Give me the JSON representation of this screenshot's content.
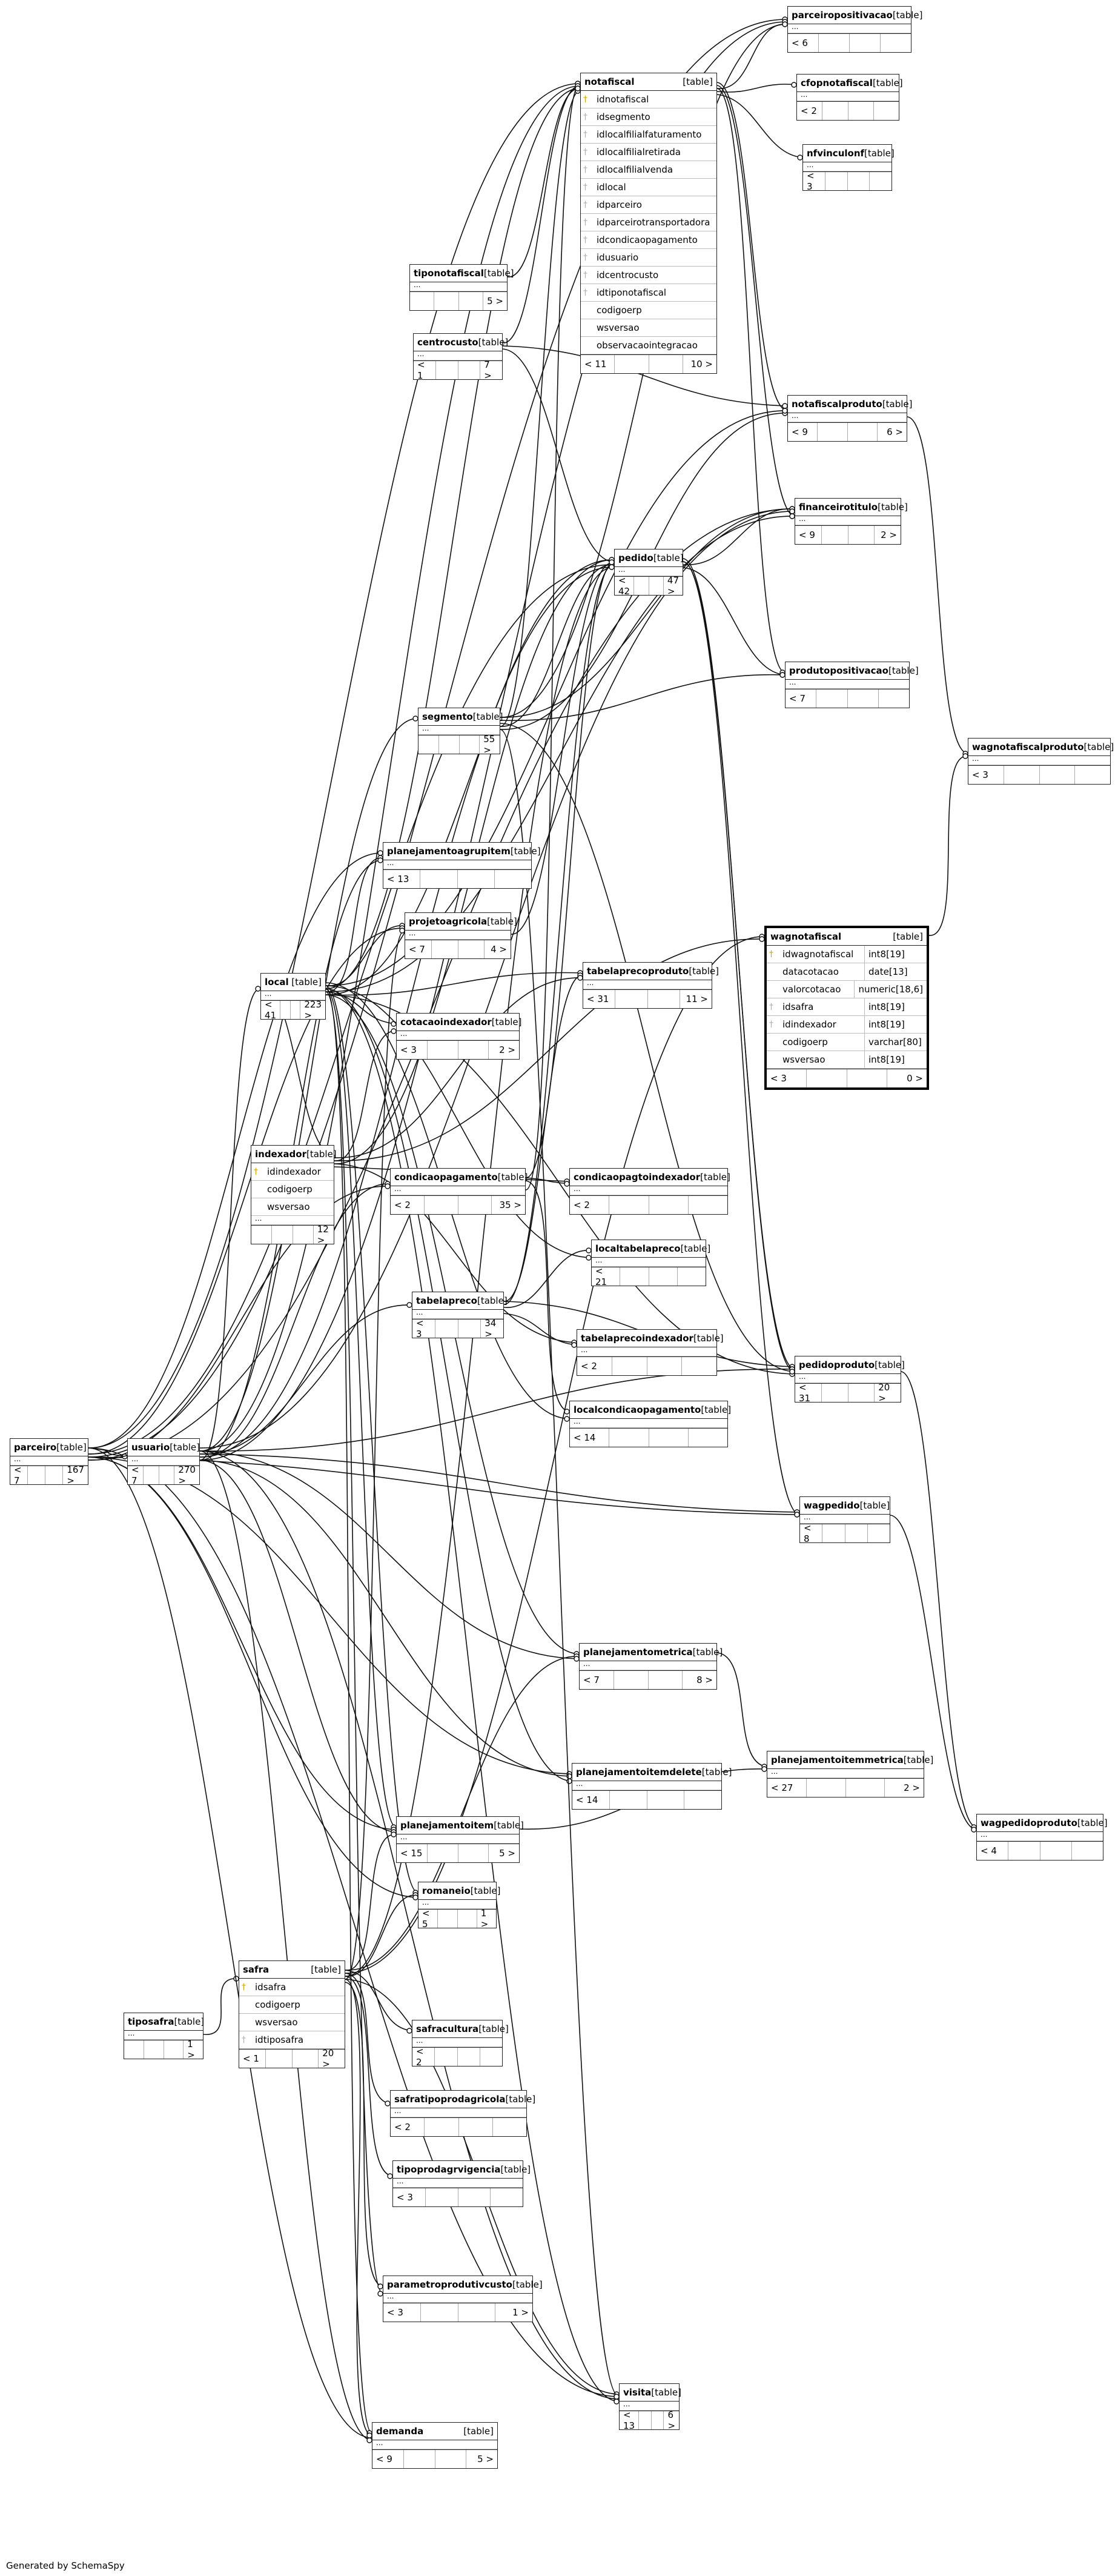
{
  "generator": "Generated by SchemaSpy",
  "tag": "[table]",
  "tables": [
    {
      "id": "parceiropositivacao",
      "name": "parceiropositivacao",
      "dots": "...",
      "children": "< 6",
      "parents": ""
    },
    {
      "id": "notafiscal",
      "name": "notafiscal",
      "children": "< 11",
      "parents": "10 >",
      "columns": [
        {
          "key": "pk",
          "name": "idnotafiscal"
        },
        {
          "key": "fk",
          "name": "idsegmento"
        },
        {
          "key": "fk",
          "name": "idlocalfilialfaturamento"
        },
        {
          "key": "fk",
          "name": "idlocalfilialretirada"
        },
        {
          "key": "fk",
          "name": "idlocalfilialvenda"
        },
        {
          "key": "fk",
          "name": "idlocal"
        },
        {
          "key": "fk",
          "name": "idparceiro"
        },
        {
          "key": "fk",
          "name": "idparceirotransportadora"
        },
        {
          "key": "fk",
          "name": "idcondicaopagamento"
        },
        {
          "key": "fk",
          "name": "idusuario"
        },
        {
          "key": "fk",
          "name": "idcentrocusto"
        },
        {
          "key": "fk",
          "name": "idtiponotafiscal"
        },
        {
          "key": "",
          "name": "codigoerp"
        },
        {
          "key": "",
          "name": "wsversao"
        },
        {
          "key": "",
          "name": "observacaointegracao"
        }
      ]
    },
    {
      "id": "cfopnotafiscal",
      "name": "cfopnotafiscal",
      "dots": "...",
      "children": "< 2",
      "parents": ""
    },
    {
      "id": "nfvinculonf",
      "name": "nfvinculonf",
      "dots": "...",
      "children": "< 3",
      "parents": ""
    },
    {
      "id": "tiponotafiscal",
      "name": "tiponotafiscal",
      "dots": "...",
      "children": "",
      "parents": "5 >"
    },
    {
      "id": "centrocusto",
      "name": "centrocusto",
      "dots": "...",
      "children": "< 1",
      "parents": "7 >"
    },
    {
      "id": "notafiscalproduto",
      "name": "notafiscalproduto",
      "dots": "...",
      "children": "< 9",
      "parents": "6 >"
    },
    {
      "id": "financeirotitulo",
      "name": "financeirotitulo",
      "dots": "...",
      "children": "< 9",
      "parents": "2 >"
    },
    {
      "id": "pedido",
      "name": "pedido",
      "dots": "...",
      "children": "< 42",
      "parents": "47 >"
    },
    {
      "id": "produtopositivacao",
      "name": "produtopositivacao",
      "dots": "...",
      "children": "< 7",
      "parents": ""
    },
    {
      "id": "segmento",
      "name": "segmento",
      "dots": "...",
      "children": "",
      "parents": "55 >"
    },
    {
      "id": "wagnotafiscalproduto",
      "name": "wagnotafiscalproduto",
      "dots": "...",
      "children": "< 3",
      "parents": ""
    },
    {
      "id": "planejamentoagrupitem",
      "name": "planejamentoagrupitem",
      "dots": "...",
      "children": "< 13",
      "parents": ""
    },
    {
      "id": "projetoagricola",
      "name": "projetoagricola",
      "dots": "...",
      "children": "< 7",
      "parents": "4 >"
    },
    {
      "id": "wagnotafiscal",
      "name": "wagnotafiscal",
      "children": "< 3",
      "parents": "0 >",
      "columns": [
        {
          "key": "pk",
          "name": "idwagnotafiscal",
          "type": "int8[19]"
        },
        {
          "key": "",
          "name": "datacotacao",
          "type": "date[13]"
        },
        {
          "key": "",
          "name": "valorcotacao",
          "type": "numeric[18,6]"
        },
        {
          "key": "fk",
          "name": "idsafra",
          "type": "int8[19]"
        },
        {
          "key": "fk",
          "name": "idindexador",
          "type": "int8[19]"
        },
        {
          "key": "",
          "name": "codigoerp",
          "type": "varchar[80]"
        },
        {
          "key": "",
          "name": "wsversao",
          "type": "int8[19]"
        }
      ]
    },
    {
      "id": "local",
      "name": "local",
      "dots": "...",
      "children": "< 41",
      "parents": "223 >"
    },
    {
      "id": "tabelaprecoproduto",
      "name": "tabelaprecoproduto",
      "dots": "...",
      "children": "< 31",
      "parents": "11 >"
    },
    {
      "id": "cotacaoindexador",
      "name": "cotacaoindexador",
      "dots": "...",
      "children": "< 3",
      "parents": "2 >"
    },
    {
      "id": "indexador",
      "name": "indexador",
      "children": "",
      "parents": "12 >",
      "extra": "...",
      "columns": [
        {
          "key": "pk",
          "name": "idindexador"
        },
        {
          "key": "",
          "name": "codigoerp"
        },
        {
          "key": "",
          "name": "wsversao"
        }
      ]
    },
    {
      "id": "condicaopagamento",
      "name": "condicaopagamento",
      "dots": "...",
      "children": "< 2",
      "parents": "35 >"
    },
    {
      "id": "condicaopagtoindexador",
      "name": "condicaopagtoindexador",
      "dots": "...",
      "children": "< 2",
      "parents": ""
    },
    {
      "id": "localtabelapreco",
      "name": "localtabelapreco",
      "dots": "...",
      "children": "< 21",
      "parents": ""
    },
    {
      "id": "tabelapreco",
      "name": "tabelapreco",
      "dots": "...",
      "children": "< 3",
      "parents": "34 >"
    },
    {
      "id": "tabelaprecoindexador",
      "name": "tabelaprecoindexador",
      "dots": "...",
      "children": "< 2",
      "parents": ""
    },
    {
      "id": "pedidoproduto",
      "name": "pedidoproduto",
      "dots": "...",
      "children": "< 31",
      "parents": "20 >"
    },
    {
      "id": "localcondicaopagamento",
      "name": "localcondicaopagamento",
      "dots": "...",
      "children": "< 14",
      "parents": ""
    },
    {
      "id": "parceiro",
      "name": "parceiro",
      "dots": "...",
      "children": "< 7",
      "parents": "167 >"
    },
    {
      "id": "usuario",
      "name": "usuario",
      "dots": "...",
      "children": "< 7",
      "parents": "270 >"
    },
    {
      "id": "wagpedido",
      "name": "wagpedido",
      "dots": "...",
      "children": "< 8",
      "parents": ""
    },
    {
      "id": "planejamentometrica",
      "name": "planejamentometrica",
      "dots": "...",
      "children": "< 7",
      "parents": "8 >"
    },
    {
      "id": "planejamentoitemdelete",
      "name": "planejamentoitemdelete",
      "dots": "...",
      "children": "< 14",
      "parents": ""
    },
    {
      "id": "planejamentoitemmetrica",
      "name": "planejamentoitemmetrica",
      "dots": "...",
      "children": "< 27",
      "parents": "2 >"
    },
    {
      "id": "wagpedidoproduto",
      "name": "wagpedidoproduto",
      "dots": "...",
      "children": "< 4",
      "parents": ""
    },
    {
      "id": "planejamentoitem",
      "name": "planejamentoitem",
      "dots": "...",
      "children": "< 15",
      "parents": "5 >"
    },
    {
      "id": "romaneio",
      "name": "romaneio",
      "dots": "...",
      "children": "< 5",
      "parents": "1 >"
    },
    {
      "id": "safra",
      "name": "safra",
      "children": "< 1",
      "parents": "20 >",
      "columns": [
        {
          "key": "pk",
          "name": "idsafra"
        },
        {
          "key": "",
          "name": "codigoerp"
        },
        {
          "key": "",
          "name": "wsversao"
        },
        {
          "key": "fk",
          "name": "idtiposafra"
        }
      ]
    },
    {
      "id": "tiposafra",
      "name": "tiposafra",
      "dots": "...",
      "children": "",
      "parents": "1 >"
    },
    {
      "id": "safracultura",
      "name": "safracultura",
      "dots": "...",
      "children": "< 2",
      "parents": ""
    },
    {
      "id": "safratipoprodagricola",
      "name": "safratipoprodagricola",
      "dots": "...",
      "children": "< 2",
      "parents": ""
    },
    {
      "id": "tipoprodagrvigencia",
      "name": "tipoprodagrvigencia",
      "dots": "...",
      "children": "< 3",
      "parents": ""
    },
    {
      "id": "parametroprodutivcusto",
      "name": "parametroprodutivcusto",
      "dots": "...",
      "children": "< 3",
      "parents": "1 >"
    },
    {
      "id": "visita",
      "name": "visita",
      "dots": "...",
      "children": "< 13",
      "parents": "6 >"
    },
    {
      "id": "demanda",
      "name": "demanda",
      "dots": "...",
      "children": "< 9",
      "parents": "5 >"
    }
  ],
  "relationships": [
    [
      "parceiro",
      "notafiscal"
    ],
    [
      "usuario",
      "notafiscal"
    ],
    [
      "local",
      "notafiscal"
    ],
    [
      "segmento",
      "notafiscal"
    ],
    [
      "condicaopagamento",
      "notafiscal"
    ],
    [
      "centrocusto",
      "notafiscal"
    ],
    [
      "tiponotafiscal",
      "notafiscal"
    ],
    [
      "notafiscal",
      "parceiropositivacao"
    ],
    [
      "notafiscal",
      "cfopnotafiscal"
    ],
    [
      "notafiscal",
      "nfvinculonf"
    ],
    [
      "notafiscal",
      "notafiscalproduto"
    ],
    [
      "notafiscal",
      "financeirotitulo"
    ],
    [
      "notafiscal",
      "produtopositivacao"
    ],
    [
      "parceiro",
      "parceiropositivacao"
    ],
    [
      "usuario",
      "parceiropositivacao"
    ],
    [
      "segmento",
      "parceiropositivacao"
    ],
    [
      "centrocusto",
      "notafiscalproduto"
    ],
    [
      "centrocusto",
      "pedido"
    ],
    [
      "segmento",
      "pedido"
    ],
    [
      "segmento",
      "notafiscalproduto"
    ],
    [
      "segmento",
      "financeirotitulo"
    ],
    [
      "segmento",
      "produtopositivacao"
    ],
    [
      "parceiro",
      "pedido"
    ],
    [
      "usuario",
      "pedido"
    ],
    [
      "local",
      "pedido"
    ],
    [
      "condicaopagamento",
      "pedido"
    ],
    [
      "tabelapreco",
      "pedido"
    ],
    [
      "safra",
      "pedido"
    ],
    [
      "indexador",
      "pedido"
    ],
    [
      "projetoagricola",
      "pedido"
    ],
    [
      "pedido",
      "pedidoproduto"
    ],
    [
      "pedido",
      "wagpedido"
    ],
    [
      "pedido",
      "financeirotitulo"
    ],
    [
      "pedido",
      "produtopositivacao"
    ],
    [
      "notafiscalproduto",
      "wagnotafiscalproduto"
    ],
    [
      "wagnotafiscal",
      "wagnotafiscalproduto"
    ],
    [
      "safra",
      "wagnotafiscal"
    ],
    [
      "indexador",
      "wagnotafiscal"
    ],
    [
      "local",
      "planejamentoagrupitem"
    ],
    [
      "usuario",
      "planejamentoagrupitem"
    ],
    [
      "parceiro",
      "planejamentoagrupitem"
    ],
    [
      "local",
      "projetoagricola"
    ],
    [
      "parceiro",
      "projetoagricola"
    ],
    [
      "safra",
      "projetoagricola"
    ],
    [
      "local",
      "tabelaprecoproduto"
    ],
    [
      "tabelapreco",
      "tabelaprecoproduto"
    ],
    [
      "indexador",
      "tabelaprecoproduto"
    ],
    [
      "indexador",
      "cotacaoindexador"
    ],
    [
      "local",
      "cotacaoindexador"
    ],
    [
      "indexador",
      "condicaopagtoindexador"
    ],
    [
      "condicaopagamento",
      "condicaopagtoindexador"
    ],
    [
      "local",
      "localtabelapreco"
    ],
    [
      "tabelapreco",
      "localtabelapreco"
    ],
    [
      "indexador",
      "tabelaprecoindexador"
    ],
    [
      "tabelapreco",
      "tabelaprecoindexador"
    ],
    [
      "local",
      "localcondicaopagamento"
    ],
    [
      "condicaopagamento",
      "localcondicaopagamento"
    ],
    [
      "pedidoproduto",
      "wagpedidoproduto"
    ],
    [
      "wagpedido",
      "wagpedidoproduto"
    ],
    [
      "local",
      "pedidoproduto"
    ],
    [
      "tabelapreco",
      "pedidoproduto"
    ],
    [
      "usuario",
      "pedidoproduto"
    ],
    [
      "usuario",
      "wagpedido"
    ],
    [
      "parceiro",
      "wagpedido"
    ],
    [
      "local",
      "planejamentometrica"
    ],
    [
      "safra",
      "planejamentometrica"
    ],
    [
      "usuario",
      "planejamentometrica"
    ],
    [
      "local",
      "planejamentoitemdelete"
    ],
    [
      "parceiro",
      "planejamentoitemdelete"
    ],
    [
      "usuario",
      "planejamentoitemdelete"
    ],
    [
      "planejamentometrica",
      "planejamentoitemmetrica"
    ],
    [
      "planejamentoitem",
      "planejamentoitemmetrica"
    ],
    [
      "local",
      "planejamentoitem"
    ],
    [
      "parceiro",
      "planejamentoitem"
    ],
    [
      "usuario",
      "planejamentoitem"
    ],
    [
      "safra",
      "planejamentoitem"
    ],
    [
      "local",
      "romaneio"
    ],
    [
      "safra",
      "romaneio"
    ],
    [
      "parceiro",
      "romaneio"
    ],
    [
      "tiposafra",
      "safra"
    ],
    [
      "safra",
      "safracultura"
    ],
    [
      "safra",
      "safratipoprodagricola"
    ],
    [
      "safra",
      "tipoprodagrvigencia"
    ],
    [
      "local",
      "parametroprodutivcusto"
    ],
    [
      "safra",
      "parametroprodutivcusto"
    ],
    [
      "parceiro",
      "visita"
    ],
    [
      "usuario",
      "visita"
    ],
    [
      "local",
      "visita"
    ],
    [
      "safra",
      "visita"
    ],
    [
      "segmento",
      "visita"
    ],
    [
      "parceiro",
      "demanda"
    ],
    [
      "usuario",
      "demanda"
    ],
    [
      "local",
      "demanda"
    ],
    [
      "safra",
      "demanda"
    ],
    [
      "usuario",
      "local"
    ],
    [
      "parceiro",
      "usuario"
    ],
    [
      "usuario",
      "segmento"
    ],
    [
      "usuario",
      "tabelapreco"
    ],
    [
      "usuario",
      "condicaopagamento"
    ],
    [
      "parceiro",
      "condicaopagamento"
    ],
    [
      "local",
      "indexador"
    ],
    [
      "pedido",
      "pedidoproduto"
    ],
    [
      "segmento",
      "pedidoproduto"
    ],
    [
      "local",
      "financeirotitulo"
    ],
    [
      "parceiro",
      "financeirotitulo"
    ],
    [
      "usuario",
      "financeirotitulo"
    ],
    [
      "local",
      "notafiscalproduto"
    ]
  ]
}
